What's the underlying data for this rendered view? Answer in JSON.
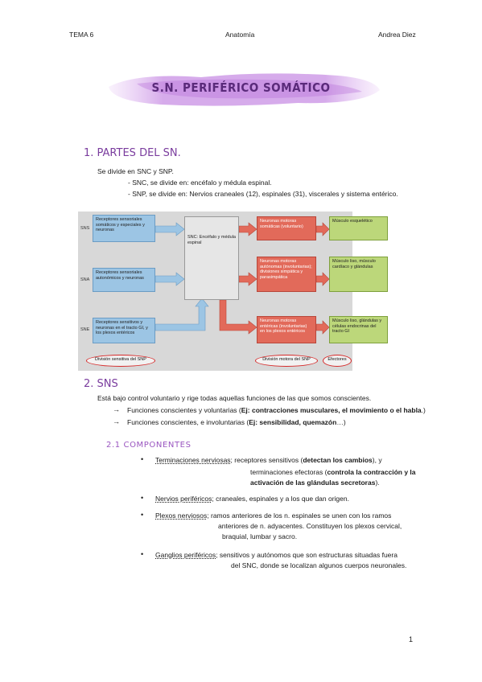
{
  "header": {
    "left": "TEMA 6",
    "center": "Anatomía",
    "right": "Andrea Diez"
  },
  "title": "S.N. PERIFÉRICO SOMÁTICO",
  "section1": {
    "heading": "1.   PARTES DEL SN.",
    "line1": "Se divide en SNC y SNP.",
    "line2": "- SNC, se divide en: encéfalo y médula espinal.",
    "line3": "- SNP, se divide en: Nervios craneales (12), espinales (31), viscerales y sistema entérico."
  },
  "diagram": {
    "row_labels": [
      "SNS",
      "SNA",
      "SNE"
    ],
    "receptors": [
      "Receptores sensoriales somáticos y especiales y neuronas",
      "Receptores sensoriales autonómicos y neuronas",
      "Receptores sensitivos y neuronas en el tracto GI, y los plexos entéricos"
    ],
    "center": "SNC: Encéfalo y médula espinal",
    "motor": [
      "Neuronas motoras somáticas (voluntario)",
      "Neuronas motoras autónomas (involuntarias); divisiones simpática y parasimpática",
      "Neuronas motoras entéricas (involuntarias) en los plexos entéricos"
    ],
    "effectors": [
      "Músculo esquelético",
      "Músculo liso, músculo cardíaco y glándulas",
      "Músculo liso, glándulas y células endocrinas del tracto GI"
    ],
    "ovals": [
      "División sensitiva del SNP",
      "División motora del SNP",
      "Efectores"
    ]
  },
  "section2": {
    "heading": "2.  SNS",
    "intro": "Está bajo control voluntario y rige todas aquellas funciones de las que somos conscientes.",
    "arrow1_a": "Funciones conscientes y voluntarias (",
    "arrow1_b": "Ej: contracciones musculares, el movimiento o el habla",
    "arrow1_c": ".)",
    "arrow2_a": "Funciones conscientes, e involuntarias (",
    "arrow2_b": "Ej: sensibilidad, quemazón",
    "arrow2_c": "…)"
  },
  "section21": {
    "heading": "2.1  COMPONENTES",
    "item1_term": "Terminaciones nerviosas",
    "item1_a": "; receptores sensitivos (",
    "item1_b": "detectan los cambios",
    "item1_c": "), y",
    "item1_d": "terminaciones efectoras (",
    "item1_e": "controla la contracción y la",
    "item1_f": "activación de las glándulas secretoras",
    "item1_g": ").",
    "item2_term": "Nervios periféricos",
    "item2_a": "; craneales, espinales y a los que dan origen.",
    "item3_term": "Plexos nerviosos",
    "item3_a": "; ramos anteriores de los n. espinales se unen con los ramos",
    "item3_b": "anteriores de n. adyacentes. Constituyen los plexos cervical,",
    "item3_c": "braquial, lumbar y sacro.",
    "item4_term": "Ganglios periféricos",
    "item4_a": "; sensitivos y autónomos que son estructuras situadas fuera",
    "item4_b": "del SNC, donde se localizan algunos cuerpos neuronales."
  },
  "page_number": "1"
}
